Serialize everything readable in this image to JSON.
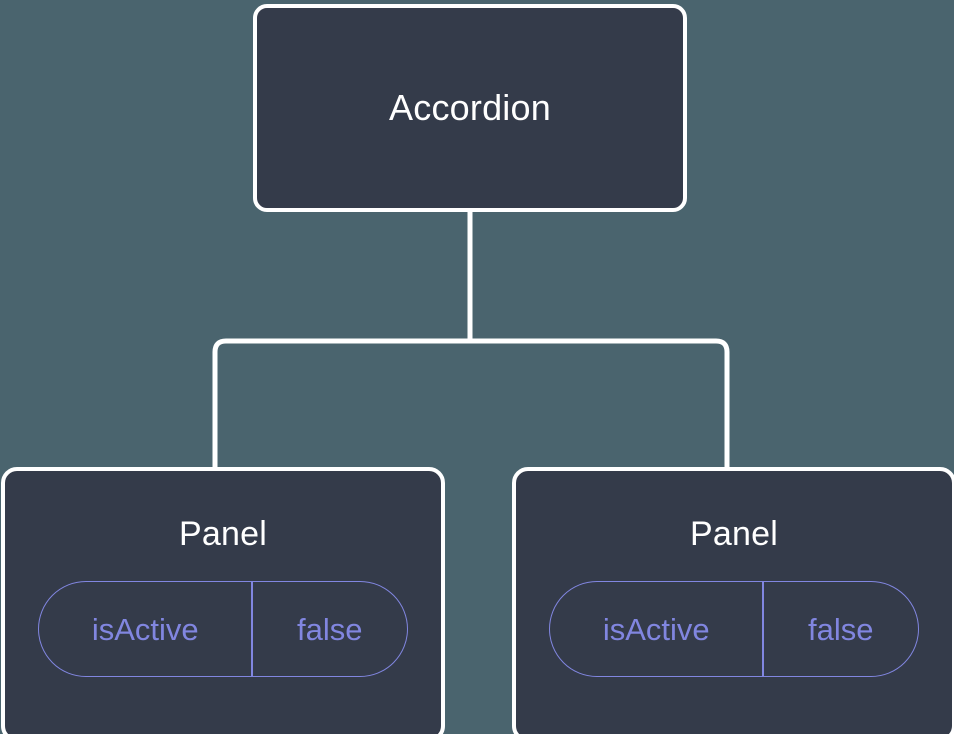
{
  "diagram": {
    "type": "component-tree",
    "background_color": "#4a646e",
    "node_fill_color": "#343b4a",
    "node_border_color": "#ffffff",
    "node_text_color": "#ffffff",
    "state_accent_color": "#8186e0",
    "connector_color": "#ffffff",
    "root": {
      "label": "Accordion"
    },
    "children": [
      {
        "label": "Panel",
        "state": {
          "key": "isActive",
          "value": "false"
        }
      },
      {
        "label": "Panel",
        "state": {
          "key": "isActive",
          "value": "false"
        }
      }
    ]
  }
}
